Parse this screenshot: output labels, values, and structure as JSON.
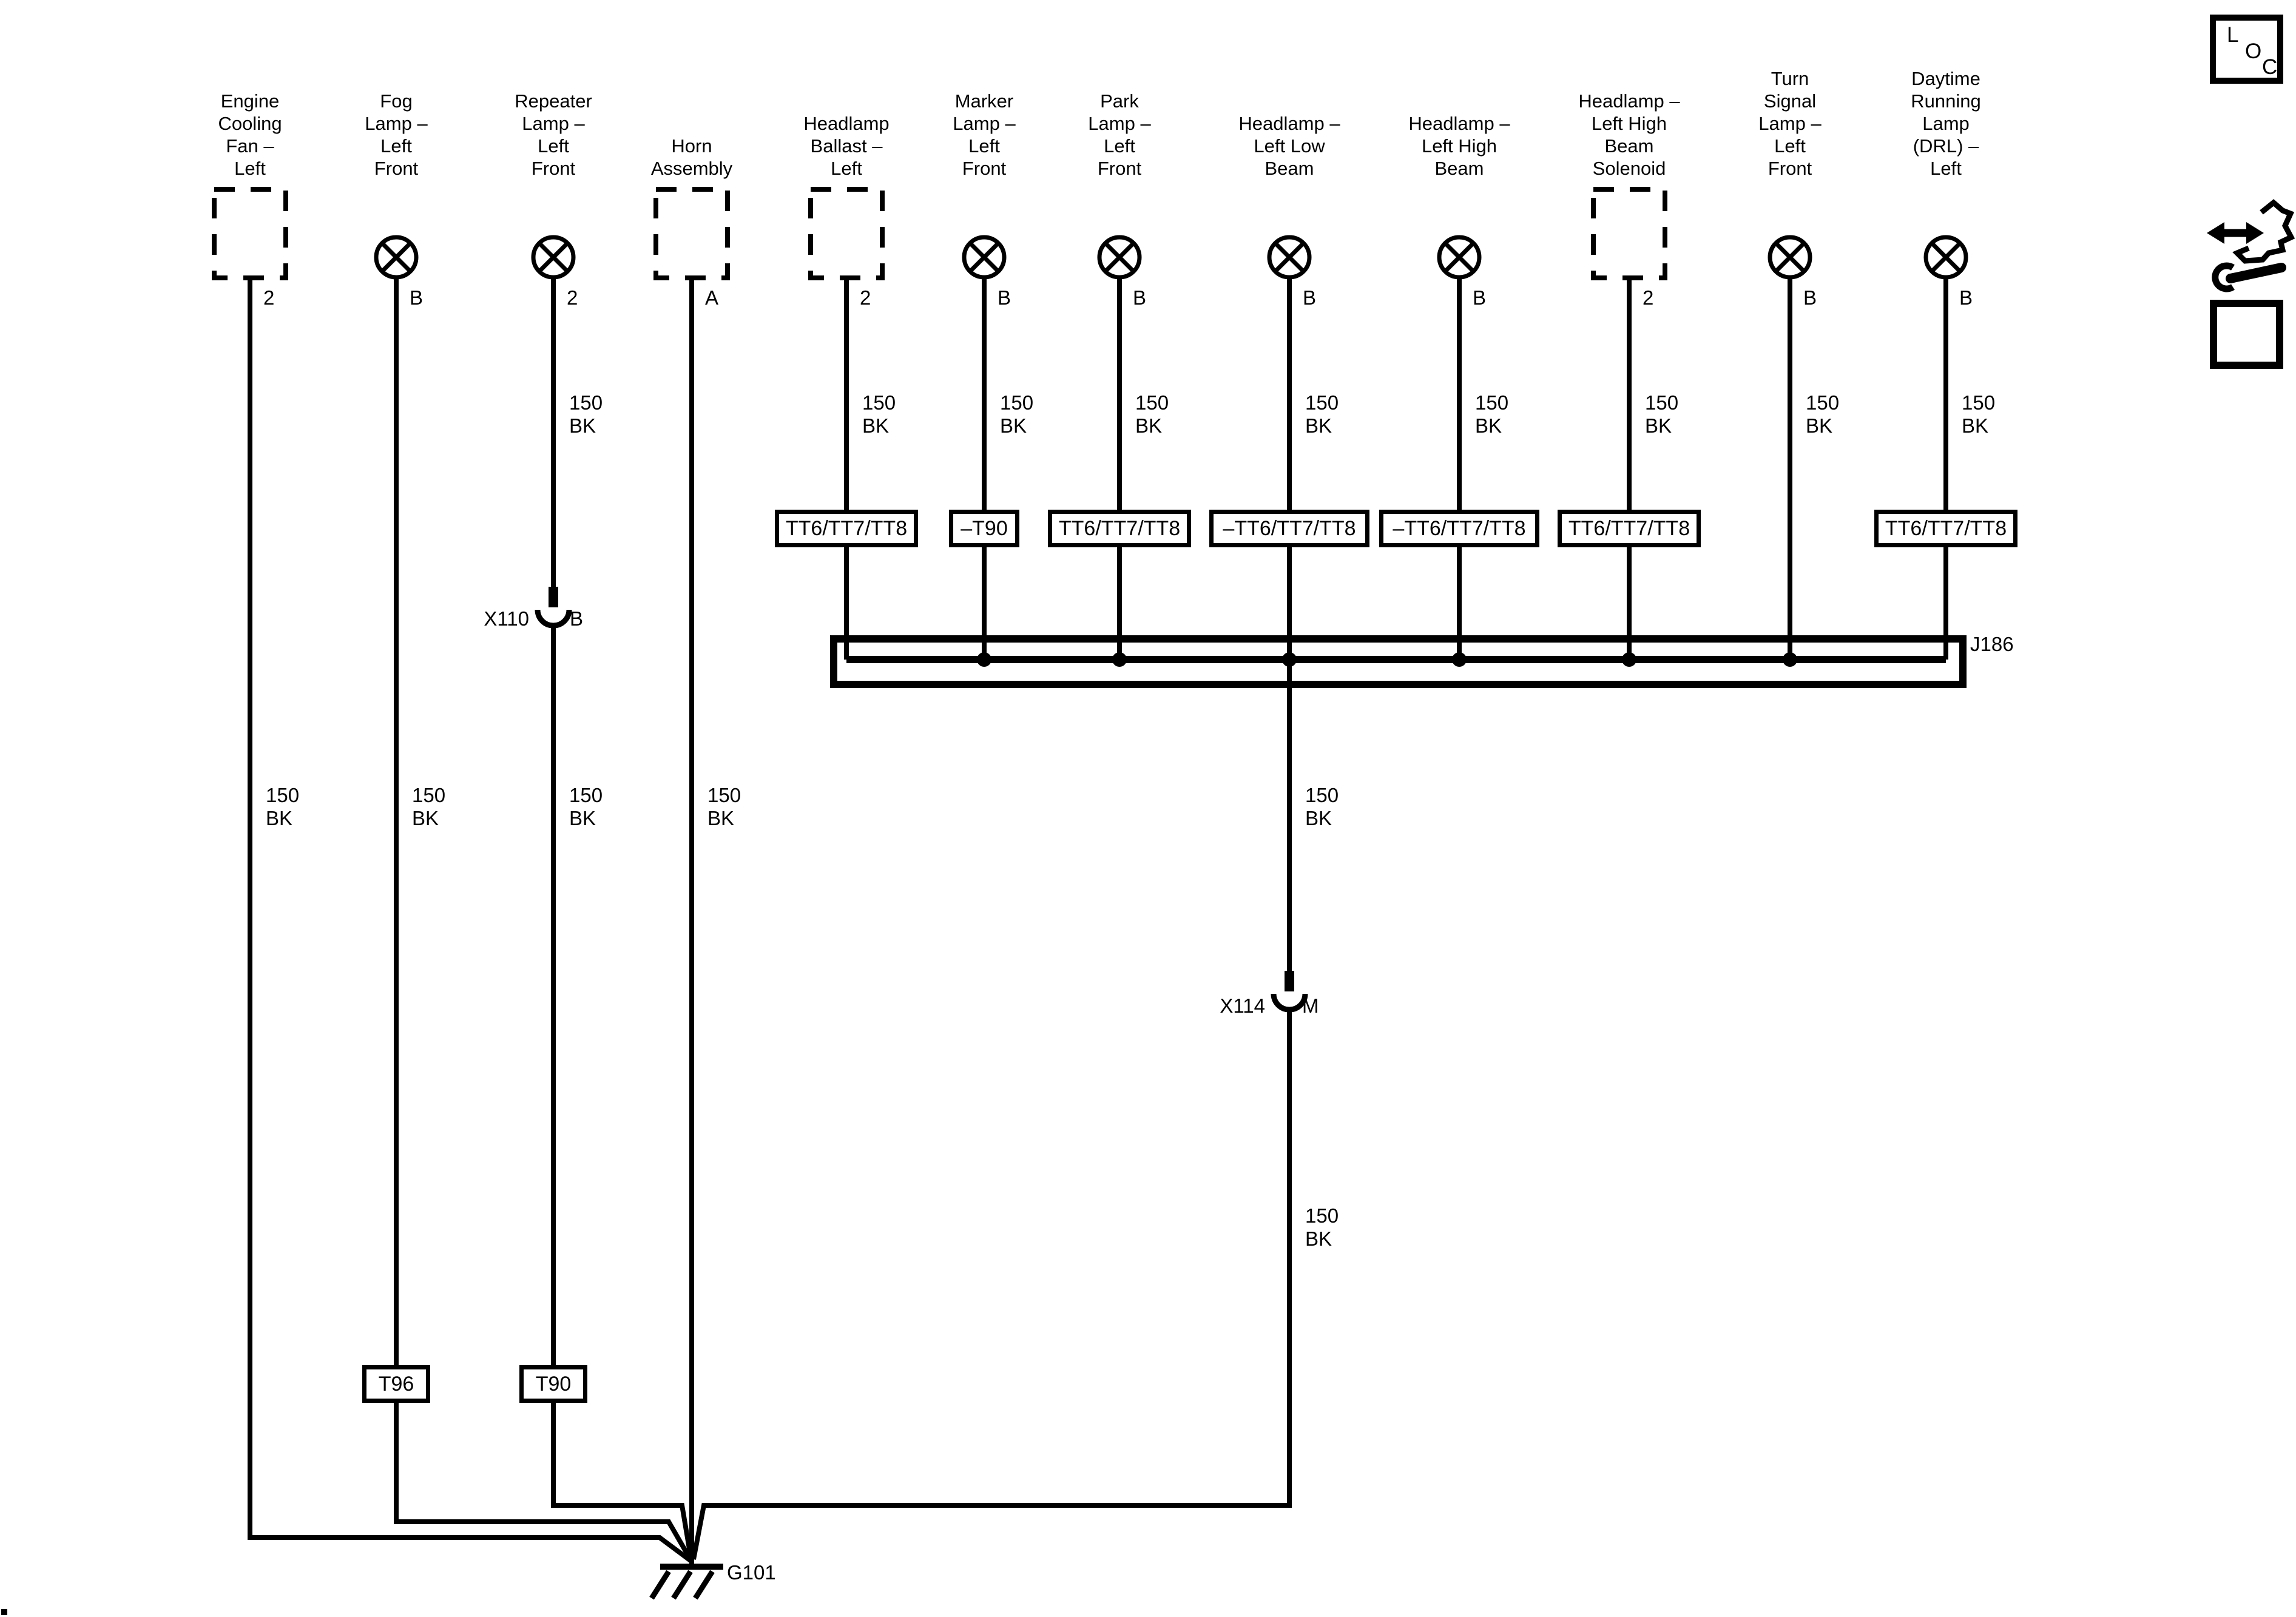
{
  "diagram": {
    "junction_id": "J186",
    "ground_id": "G101",
    "wire_label": "150\nBK",
    "components": [
      {
        "name": "Engine\nCooling\nFan –\nLeft",
        "pin": "2",
        "symbol": "dashed-connector-box"
      },
      {
        "name": "Fog\nLamp –\nLeft\nFront",
        "pin": "B",
        "symbol": "lamp"
      },
      {
        "name": "Repeater\nLamp –\nLeft\nFront",
        "pin": "2",
        "symbol": "lamp"
      },
      {
        "name": "Horn\nAssembly",
        "pin": "A",
        "symbol": "dashed-connector-box"
      },
      {
        "name": "Headlamp\nBallast –\nLeft",
        "pin": "2",
        "symbol": "dashed-connector-box"
      },
      {
        "name": "Marker\nLamp –\nLeft\nFront",
        "pin": "B",
        "symbol": "lamp"
      },
      {
        "name": "Park\nLamp –\nLeft\nFront",
        "pin": "B",
        "symbol": "lamp"
      },
      {
        "name": "Headlamp –\nLeft Low\nBeam",
        "pin": "B",
        "symbol": "lamp"
      },
      {
        "name": "Headlamp –\nLeft High\nBeam",
        "pin": "B",
        "symbol": "lamp"
      },
      {
        "name": "Headlamp –\nLeft High\nBeam\nSolenoid",
        "pin": "2",
        "symbol": "dashed-connector-box"
      },
      {
        "name": "Turn\nSignal\nLamp –\nLeft\nFront",
        "pin": "B",
        "symbol": "lamp"
      },
      {
        "name": "Daytime\nRunning\nLamp\n(DRL) –\nLeft",
        "pin": "B",
        "symbol": "lamp"
      }
    ],
    "harness_boxes": [
      "TT6/TT7/TT8",
      "–T90",
      "TT6/TT7/TT8",
      "–TT6/TT7/TT8",
      "–TT6/TT7/TT8",
      "TT6/TT7/TT8",
      "TT6/TT7/TT8"
    ],
    "takeout_boxes": [
      "T96",
      "T90"
    ],
    "connectors": [
      {
        "id": "X110",
        "pin": "B"
      },
      {
        "id": "X114",
        "pin": "M"
      }
    ]
  },
  "icons": {
    "loc_letters": [
      "L",
      "O",
      "C"
    ]
  }
}
